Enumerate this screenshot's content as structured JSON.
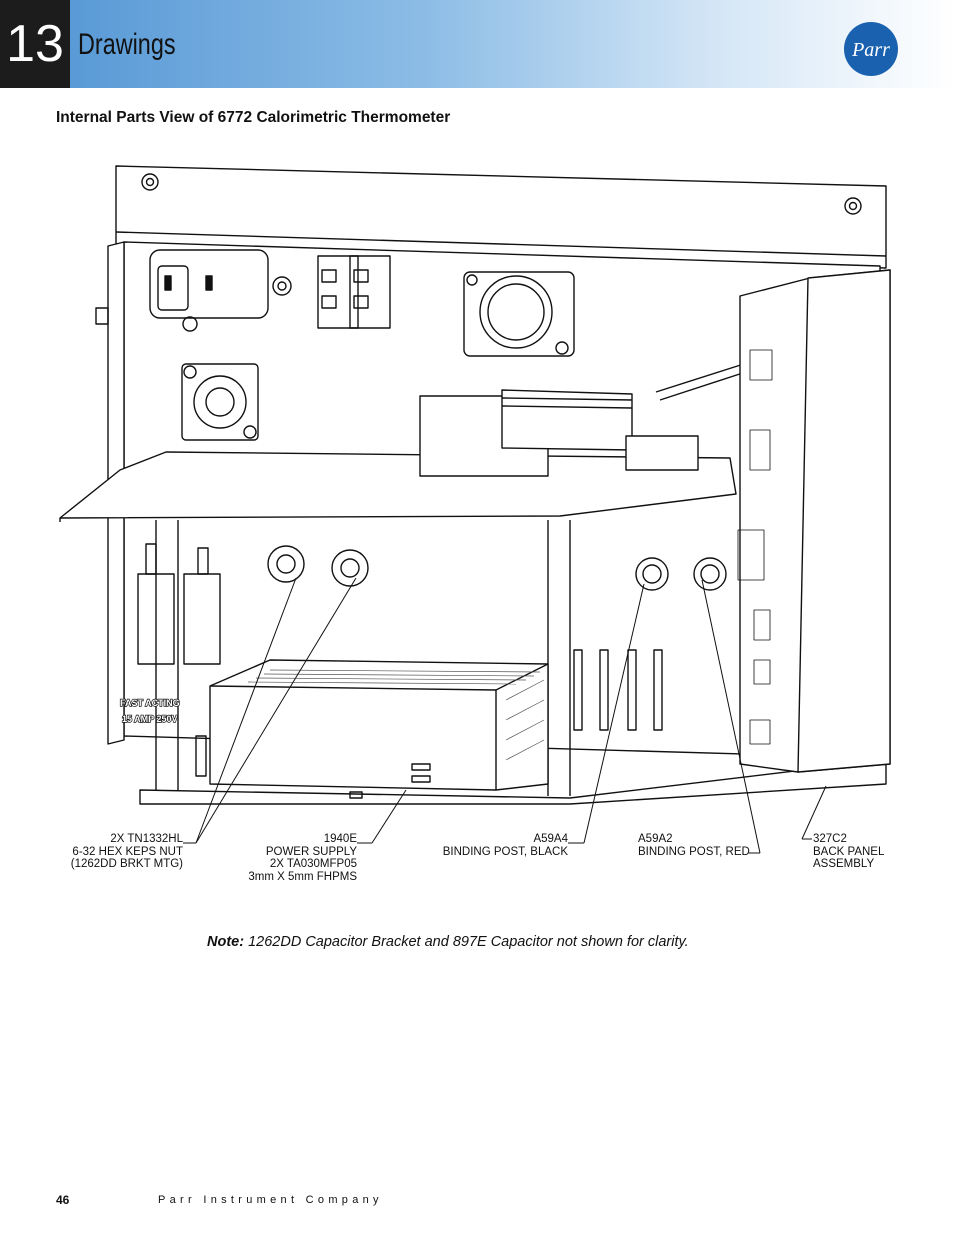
{
  "header": {
    "chapter_number": "13",
    "chapter_title": "Drawings",
    "logo_text": "Parr"
  },
  "section_title": "Internal Parts View of 6772 Calorimetric Thermometer",
  "drawing": {
    "fuse_label_line1": "FAST ACTING",
    "fuse_label_line2": "15 AMP 250V"
  },
  "callouts": [
    {
      "lines": [
        "2X TN1332HL",
        "6-32 HEX KEPS NUT",
        "(1262DD BRKT MTG)"
      ]
    },
    {
      "lines": [
        "1940E",
        "POWER SUPPLY",
        "2X TA030MFP05",
        "3mm X 5mm FHPMS"
      ]
    },
    {
      "lines": [
        "A59A4",
        "BINDING POST, BLACK"
      ]
    },
    {
      "lines": [
        "A59A2",
        "BINDING POST, RED"
      ]
    },
    {
      "lines": [
        "327C2",
        "BACK PANEL",
        "ASSEMBLY"
      ]
    }
  ],
  "note": {
    "label": "Note:",
    "text": "1262DD Capacitor Bracket and 897E Capacitor not shown for clarity."
  },
  "footer": {
    "page_number": "46",
    "company": "Parr Instrument Company"
  }
}
